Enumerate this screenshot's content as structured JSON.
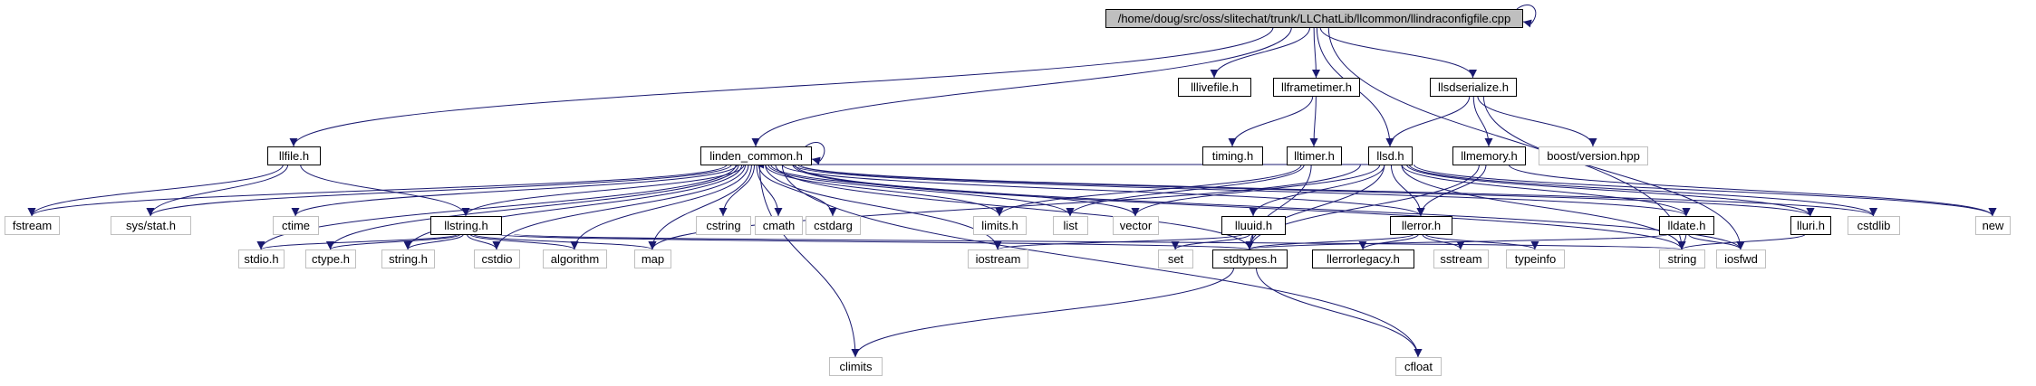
{
  "colors": {
    "edge": "#191970",
    "root_fill": "#bfbfbf",
    "project_border": "#000000",
    "system_border": "#bfbfbf",
    "text": "#000000"
  },
  "nodes": {
    "root": "/home/doug/src/oss/slitechat/trunk/LLChatLib/llcommon/llindraconfigfile.cpp",
    "lllivefile": "lllivefile.h",
    "llframetimer": "llframetimer.h",
    "llsdserialize": "llsdserialize.h",
    "llfile": "llfile.h",
    "linden_common": "linden_common.h",
    "timing": "timing.h",
    "lltimer": "lltimer.h",
    "llsd": "llsd.h",
    "llmemory": "llmemory.h",
    "boost_version": "boost/version.hpp",
    "fstream": "fstream",
    "sys_stat": "sys/stat.h",
    "ctime": "ctime",
    "llstring": "llstring.h",
    "cstring": "cstring",
    "cmath": "cmath",
    "cstdarg": "cstdarg",
    "limits": "limits.h",
    "list": "list",
    "vector": "vector",
    "lluuid": "lluuid.h",
    "llerror": "llerror.h",
    "lldate": "lldate.h",
    "lluri": "lluri.h",
    "cstdlib": "cstdlib",
    "new": "new",
    "stdio": "stdio.h",
    "ctype": "ctype.h",
    "string_h": "string.h",
    "cstdio": "cstdio",
    "algorithm": "algorithm",
    "map": "map",
    "iostream": "iostream",
    "set": "set",
    "stdtypes": "stdtypes.h",
    "llerrorlegacy": "llerrorlegacy.h",
    "sstream": "sstream",
    "typeinfo": "typeinfo",
    "string": "string",
    "iosfwd": "iosfwd",
    "climits": "climits",
    "cfloat": "cfloat"
  },
  "edges": [
    [
      "root",
      "root"
    ],
    [
      "root",
      "lllivefile"
    ],
    [
      "root",
      "llframetimer"
    ],
    [
      "root",
      "llsdserialize"
    ],
    [
      "root",
      "llfile"
    ],
    [
      "root",
      "linden_common"
    ],
    [
      "root",
      "llsd"
    ],
    [
      "root",
      "string"
    ],
    [
      "llframetimer",
      "timing"
    ],
    [
      "llframetimer",
      "lltimer"
    ],
    [
      "llsdserialize",
      "llsd"
    ],
    [
      "llsdserialize",
      "llmemory"
    ],
    [
      "llsdserialize",
      "boost_version"
    ],
    [
      "llsdserialize",
      "iosfwd"
    ],
    [
      "llfile",
      "fstream"
    ],
    [
      "llfile",
      "sys_stat"
    ],
    [
      "llfile",
      "llstring"
    ],
    [
      "linden_common",
      "linden_common"
    ],
    [
      "linden_common",
      "fstream"
    ],
    [
      "linden_common",
      "sys_stat"
    ],
    [
      "linden_common",
      "ctime"
    ],
    [
      "linden_common",
      "llstring"
    ],
    [
      "linden_common",
      "cstring"
    ],
    [
      "linden_common",
      "cmath"
    ],
    [
      "linden_common",
      "cstdarg"
    ],
    [
      "linden_common",
      "limits"
    ],
    [
      "linden_common",
      "list"
    ],
    [
      "linden_common",
      "vector"
    ],
    [
      "linden_common",
      "stdio"
    ],
    [
      "linden_common",
      "ctype"
    ],
    [
      "linden_common",
      "string_h"
    ],
    [
      "linden_common",
      "cstdio"
    ],
    [
      "linden_common",
      "algorithm"
    ],
    [
      "linden_common",
      "map"
    ],
    [
      "linden_common",
      "iostream"
    ],
    [
      "linden_common",
      "stdtypes"
    ],
    [
      "linden_common",
      "string"
    ],
    [
      "linden_common",
      "climits"
    ],
    [
      "linden_common",
      "cfloat"
    ],
    [
      "linden_common",
      "llerror"
    ],
    [
      "linden_common",
      "lldate"
    ],
    [
      "linden_common",
      "lluri"
    ],
    [
      "linden_common",
      "cstdlib"
    ],
    [
      "linden_common",
      "iosfwd"
    ],
    [
      "lltimer",
      "linden_common"
    ],
    [
      "lltimer",
      "limits"
    ],
    [
      "lltimer",
      "list"
    ],
    [
      "lltimer",
      "stdtypes"
    ],
    [
      "llsd",
      "linden_common"
    ],
    [
      "llsd",
      "map"
    ],
    [
      "llsd",
      "vector"
    ],
    [
      "llsd",
      "string"
    ],
    [
      "llsd",
      "stdtypes"
    ],
    [
      "llsd",
      "lluuid"
    ],
    [
      "llsd",
      "llerror"
    ],
    [
      "llsd",
      "lldate"
    ],
    [
      "llsd",
      "lluri"
    ],
    [
      "llsd",
      "cstdlib"
    ],
    [
      "llsd",
      "new"
    ],
    [
      "llmemory",
      "llerror"
    ],
    [
      "llmemory",
      "stdtypes"
    ],
    [
      "llmemory",
      "new"
    ],
    [
      "llstring",
      "stdio"
    ],
    [
      "llstring",
      "ctype"
    ],
    [
      "llstring",
      "string_h"
    ],
    [
      "llstring",
      "cstdio"
    ],
    [
      "llstring",
      "algorithm"
    ],
    [
      "llstring",
      "map"
    ],
    [
      "llstring",
      "string"
    ],
    [
      "llstring",
      "stdtypes"
    ],
    [
      "lluuid",
      "stdtypes"
    ],
    [
      "lluuid",
      "set"
    ],
    [
      "lluuid",
      "iostream"
    ],
    [
      "llerror",
      "stdtypes"
    ],
    [
      "llerror",
      "llerrorlegacy"
    ],
    [
      "llerror",
      "sstream"
    ],
    [
      "llerror",
      "typeinfo"
    ],
    [
      "lldate",
      "stdtypes"
    ],
    [
      "lldate",
      "string"
    ],
    [
      "lldate",
      "iosfwd"
    ],
    [
      "lluri",
      "string"
    ],
    [
      "stdtypes",
      "climits"
    ],
    [
      "stdtypes",
      "cfloat"
    ]
  ]
}
